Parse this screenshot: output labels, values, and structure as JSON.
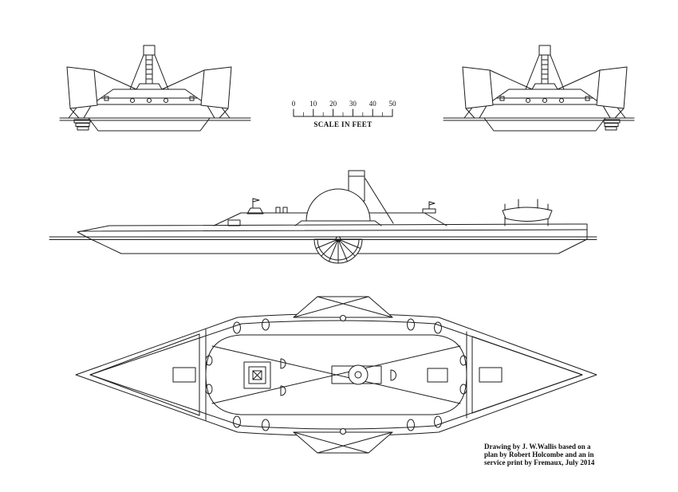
{
  "canvas": {
    "background": "#ffffff",
    "ink": "#1c1c1c"
  },
  "scale_bar": {
    "tick_labels": [
      "0",
      "10",
      "20",
      "30",
      "40",
      "50"
    ],
    "caption": "SCALE IN FEET"
  },
  "attribution": {
    "lines": [
      "Drawing by J. W.Wallis based on a",
      "plan by Robert Holcombe and an in",
      "service print by Fremaux, July 2014"
    ]
  }
}
